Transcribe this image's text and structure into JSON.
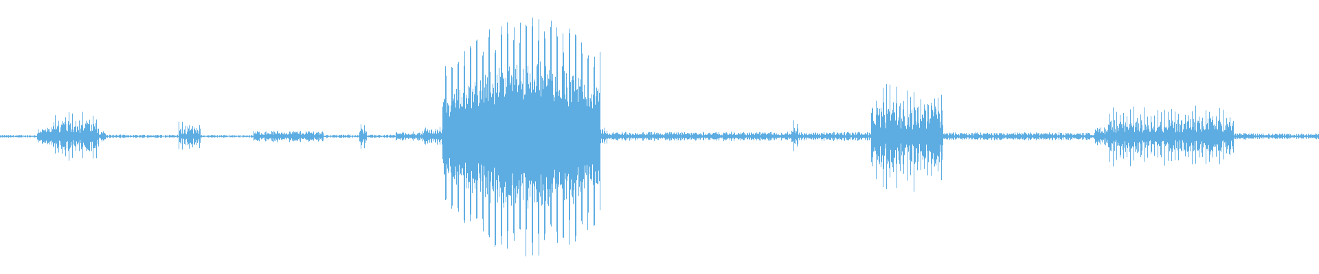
{
  "waveform": {
    "color": "#5dade2",
    "background": "#ffffff",
    "segments": [
      {
        "start": 0.0,
        "end": 0.028,
        "amp": 0.012
      },
      {
        "start": 0.028,
        "end": 0.04,
        "amp": 0.08
      },
      {
        "start": 0.04,
        "end": 0.075,
        "amp": 0.22
      },
      {
        "start": 0.075,
        "end": 0.08,
        "amp": 0.05
      },
      {
        "start": 0.08,
        "end": 0.135,
        "amp": 0.015
      },
      {
        "start": 0.135,
        "end": 0.152,
        "amp": 0.14
      },
      {
        "start": 0.152,
        "end": 0.192,
        "amp": 0.012
      },
      {
        "start": 0.192,
        "end": 0.245,
        "amp": 0.05
      },
      {
        "start": 0.245,
        "end": 0.272,
        "amp": 0.015
      },
      {
        "start": 0.272,
        "end": 0.278,
        "amp": 0.14
      },
      {
        "start": 0.278,
        "end": 0.3,
        "amp": 0.015
      },
      {
        "start": 0.3,
        "end": 0.32,
        "amp": 0.04
      },
      {
        "start": 0.32,
        "end": 0.335,
        "amp": 0.08
      },
      {
        "start": 0.335,
        "end": 0.455,
        "amp": 1.0
      },
      {
        "start": 0.455,
        "end": 0.46,
        "amp": 0.08
      },
      {
        "start": 0.46,
        "end": 0.525,
        "amp": 0.04
      },
      {
        "start": 0.525,
        "end": 0.6,
        "amp": 0.04
      },
      {
        "start": 0.6,
        "end": 0.605,
        "amp": 0.15
      },
      {
        "start": 0.605,
        "end": 0.66,
        "amp": 0.04
      },
      {
        "start": 0.66,
        "end": 0.715,
        "amp": 0.47
      },
      {
        "start": 0.715,
        "end": 0.83,
        "amp": 0.035
      },
      {
        "start": 0.83,
        "end": 0.84,
        "amp": 0.08
      },
      {
        "start": 0.84,
        "end": 0.935,
        "amp": 0.26
      },
      {
        "start": 0.935,
        "end": 0.96,
        "amp": 0.03
      },
      {
        "start": 0.96,
        "end": 1.0,
        "amp": 0.025
      }
    ]
  }
}
